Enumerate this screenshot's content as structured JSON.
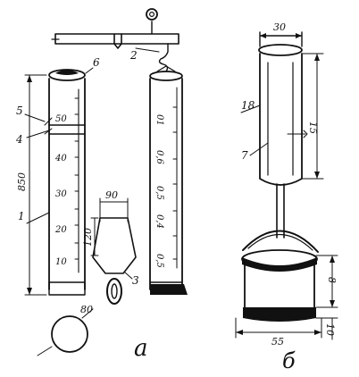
{
  "figure_a": {
    "caption": "a",
    "callouts": [
      "5",
      "4",
      "1",
      "6",
      "2",
      "3"
    ],
    "dimensions": {
      "height": "850",
      "width_mouth": "90",
      "height_mouth": "120",
      "diameter": "80"
    },
    "left_scale": [
      "50",
      "40",
      "30",
      "20",
      "10"
    ],
    "right_scale": [
      "01",
      "0,6",
      "0,5",
      "0,4",
      "0,5"
    ]
  },
  "figure_b": {
    "caption": "б",
    "callouts": [
      "18",
      "7"
    ],
    "dimensions": {
      "top_width": "30",
      "tube_length": "15",
      "can_height": "8",
      "can_width": "55",
      "bottom_height": "10"
    }
  }
}
